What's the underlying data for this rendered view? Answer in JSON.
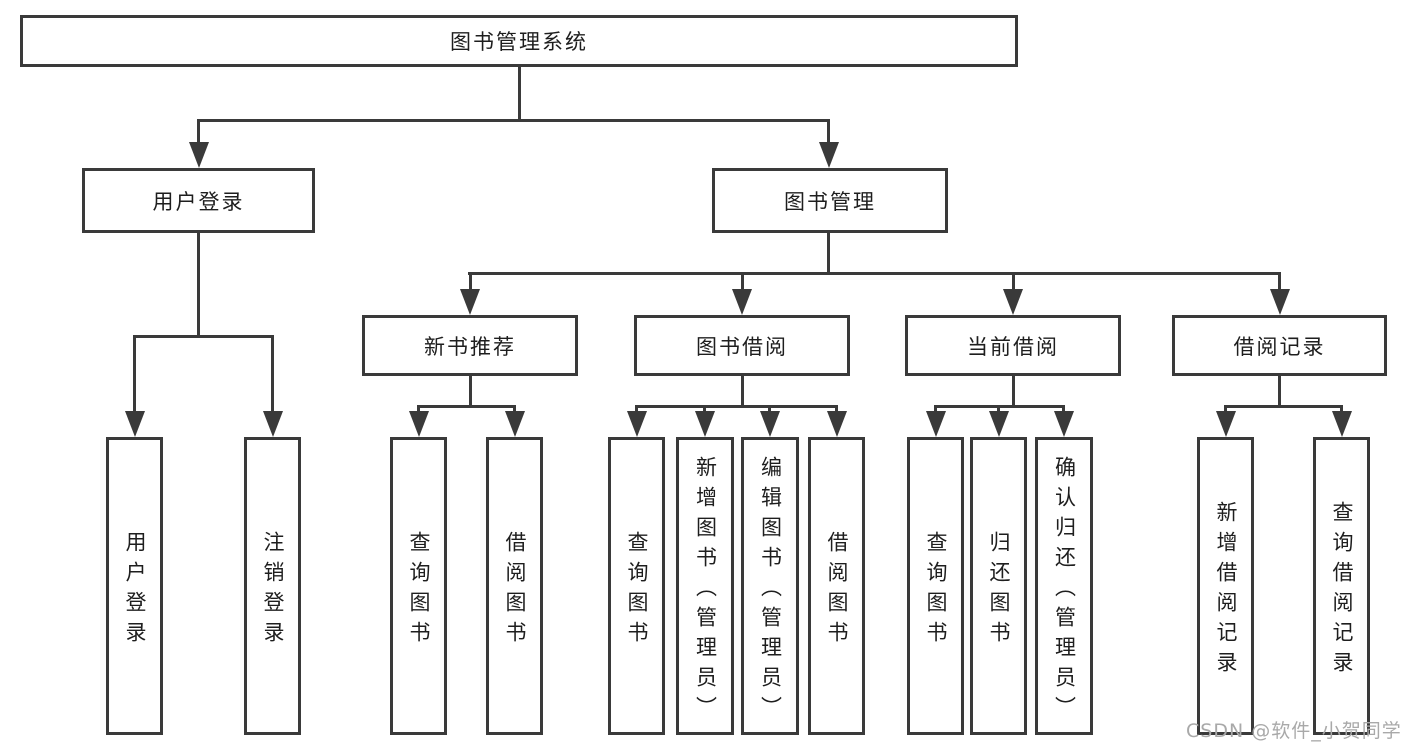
{
  "tree": {
    "label": "图书管理系统",
    "children": [
      {
        "label": "用户登录",
        "children": [
          {
            "label": "用户登录"
          },
          {
            "label": "注销登录"
          }
        ]
      },
      {
        "label": "图书管理",
        "children": [
          {
            "label": "新书推荐",
            "children": [
              {
                "label": "查询图书"
              },
              {
                "label": "借阅图书"
              }
            ]
          },
          {
            "label": "图书借阅",
            "children": [
              {
                "label": "查询图书"
              },
              {
                "label": "新增图书（管理员）"
              },
              {
                "label": "编辑图书（管理员）"
              },
              {
                "label": "借阅图书"
              }
            ]
          },
          {
            "label": "当前借阅",
            "children": [
              {
                "label": "查询图书"
              },
              {
                "label": "归还图书"
              },
              {
                "label": "确认归还（管理员）"
              }
            ]
          },
          {
            "label": "借阅记录",
            "children": [
              {
                "label": "新增借阅记录"
              },
              {
                "label": "查询借阅记录"
              }
            ]
          }
        ]
      }
    ]
  },
  "watermark": {
    "text": "CSDN @软件_小贺同学"
  },
  "colors": {
    "line": "#3a3a3a",
    "text": "#1e1e1e",
    "wm": "#a9a9a9",
    "bg": "#ffffff"
  }
}
